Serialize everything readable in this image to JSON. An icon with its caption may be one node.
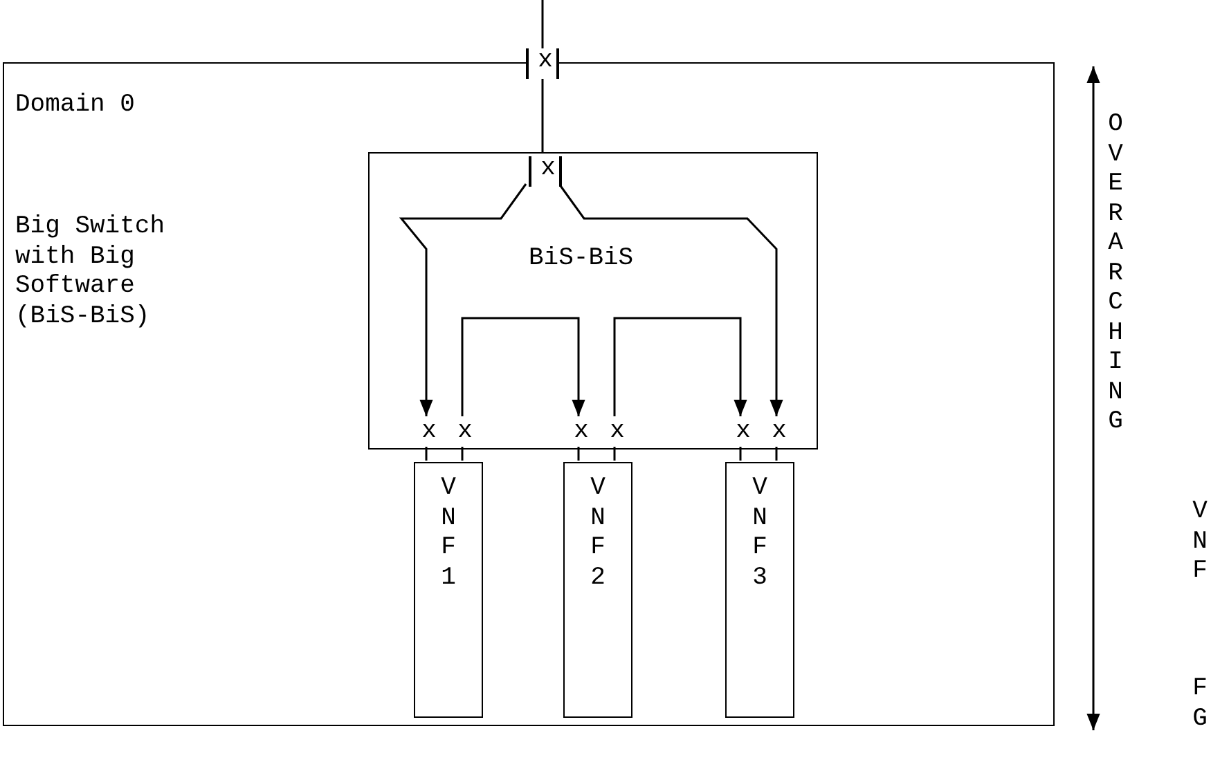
{
  "diagram": {
    "nodes": [
      {
        "text": [
          "Domain 0",
          "Big Switch with Big Software (BiS-BiS)"
        ]
      },
      {
        "text": [
          "x"
        ]
      },
      {
        "text": [
          "BiS-BiS"
        ],
        "in": 0
      },
      {
        "text": [
          "x"
        ],
        "in": 2
      },
      {
        "text": [
          "x"
        ],
        "in": 2
      },
      {
        "text": [
          "x"
        ],
        "in": 2
      },
      {
        "text": [
          "x"
        ],
        "in": 2
      },
      {
        "text": [
          "x"
        ],
        "in": 2
      },
      {
        "text": [
          "x"
        ],
        "in": 2
      },
      {
        "text": [
          "x"
        ],
        "in": 2
      },
      {
        "text": [
          "VNF1"
        ],
        "in": 0
      },
      {
        "text": [
          "VNF2"
        ],
        "in": 0
      },
      {
        "text": [
          "VNF3"
        ],
        "in": 0
      }
    ],
    "edges": [
      {
        "from": null,
        "to": 1,
        "arrow": "none"
      },
      {
        "from": 1,
        "to": 3,
        "arrow": "none"
      },
      {
        "from": 3,
        "to": 4,
        "arrow": "to"
      },
      {
        "from": 3,
        "to": 9,
        "arrow": "to"
      },
      {
        "from": 5,
        "to": 6,
        "arrow": "to"
      },
      {
        "from": 7,
        "to": 8,
        "arrow": "to"
      },
      {
        "from": 4,
        "to": 10,
        "arrow": "none"
      },
      {
        "from": 5,
        "to": 10,
        "arrow": "none"
      },
      {
        "from": 6,
        "to": 11,
        "arrow": "none"
      },
      {
        "from": 7,
        "to": 11,
        "arrow": "none"
      },
      {
        "from": 8,
        "to": 12,
        "arrow": "none"
      },
      {
        "from": 9,
        "to": 12,
        "arrow": "none"
      }
    ],
    "labels": [
      "OVERARCHING",
      "VNF",
      "FG"
    ]
  }
}
